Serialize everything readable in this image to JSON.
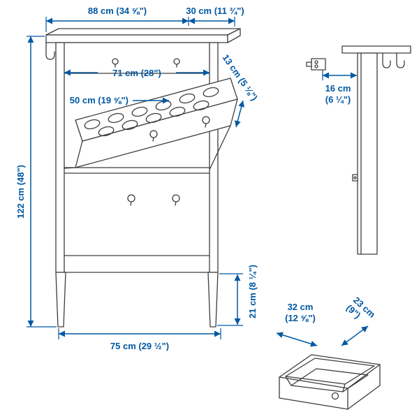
{
  "colors": {
    "accent": "#0058a3",
    "line": "#3d3d3d"
  },
  "front_view": {
    "top_width": "88 cm (34 ⅝\")",
    "top_depth": "30 cm (11 ¾\")",
    "inner_width": "71 cm (28\")",
    "flap_depth": "13 cm (5 ⅛\")",
    "compartment_width": "50 cm (19 ⅝\")",
    "total_height": "122 cm (48\")",
    "leg_height": "21 cm (8 ¼\")",
    "base_width": "75 cm (29 ½\")"
  },
  "side_view": {
    "depth_line1": "16 cm",
    "depth_line2": "(6 ¼\")"
  },
  "drawer_view": {
    "width_line1": "32 cm",
    "width_line2": "(12 ⅝\")",
    "depth_line1": "23 cm",
    "depth_line2": "(9\")"
  }
}
